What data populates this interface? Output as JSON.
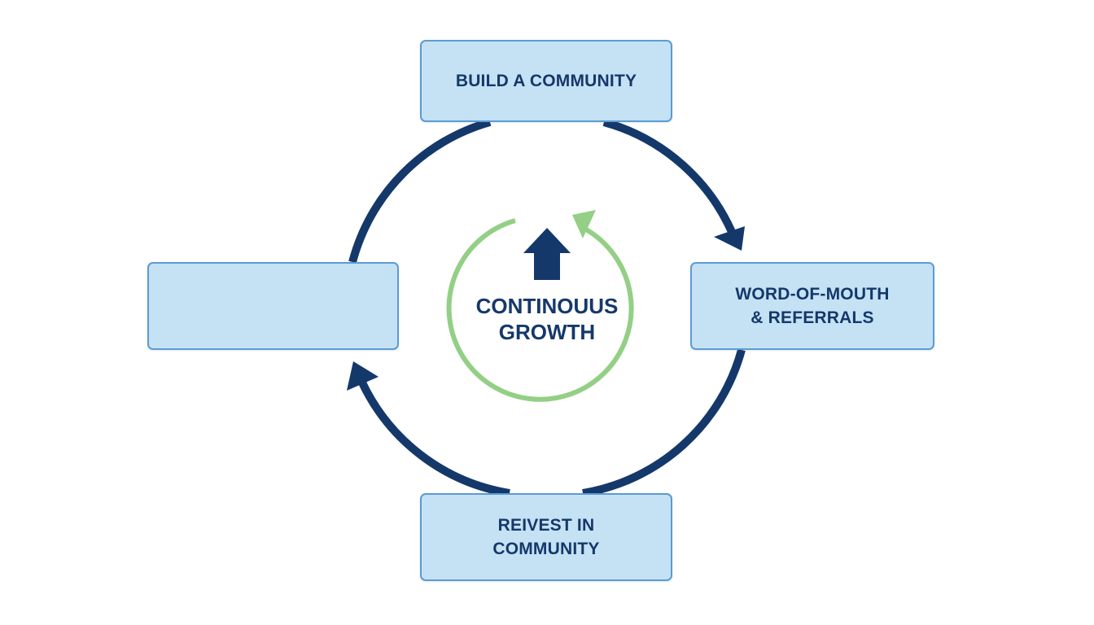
{
  "diagram": {
    "title": "Community growth cycle",
    "colors": {
      "box_fill": "#c5e2f5",
      "box_border": "#5b9bd3",
      "arc": "#15386b",
      "inner_arc": "#93cf85",
      "text": "#15386b"
    },
    "nodes": [
      {
        "id": "top",
        "label": "BUILD A COMMUNITY"
      },
      {
        "id": "right",
        "label": "WORD-OF-MOUTH\n& REFERRALS"
      },
      {
        "id": "bottom",
        "label": "REIVEST IN\nCOMMUNITY"
      },
      {
        "id": "left",
        "label": ""
      }
    ],
    "center": {
      "label": "CONTINOUUS\nGROWTH",
      "icon": "up-arrow-icon"
    },
    "cycle_direction": "clockwise"
  }
}
